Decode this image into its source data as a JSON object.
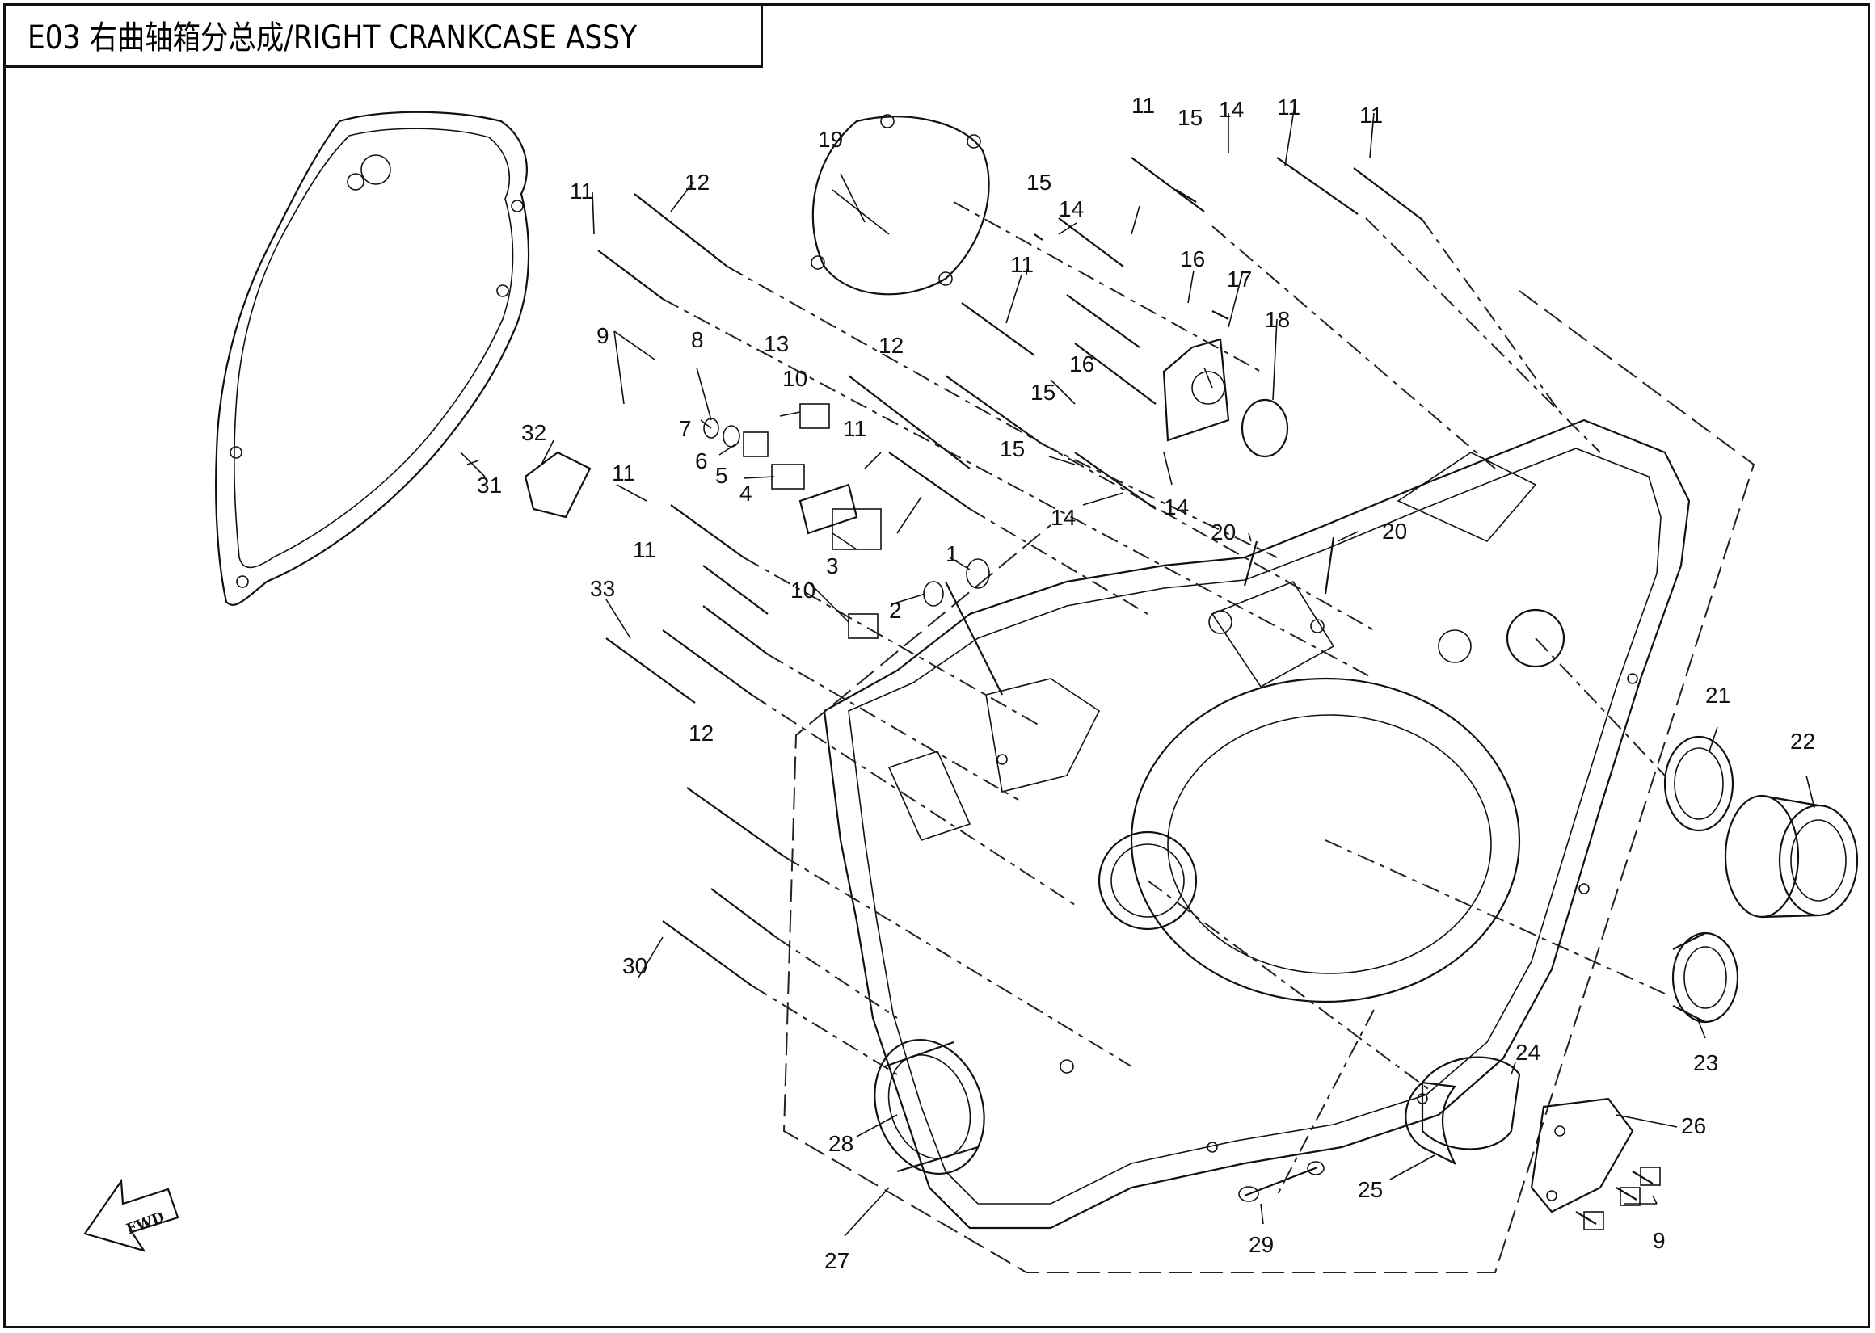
{
  "title": "E03 右曲轴箱分总成/RIGHT CRANKCASE ASSY",
  "fwd_label": "FWD",
  "callouts": [
    {
      "id": "c1",
      "n": "1"
    },
    {
      "id": "c2",
      "n": "2"
    },
    {
      "id": "c3",
      "n": "3"
    },
    {
      "id": "c4",
      "n": "4"
    },
    {
      "id": "c5",
      "n": "5"
    },
    {
      "id": "c6",
      "n": "6"
    },
    {
      "id": "c7",
      "n": "7"
    },
    {
      "id": "c8",
      "n": "8"
    },
    {
      "id": "c9a",
      "n": "9"
    },
    {
      "id": "c9b",
      "n": "9"
    },
    {
      "id": "c10a",
      "n": "10"
    },
    {
      "id": "c10b",
      "n": "10"
    },
    {
      "id": "c11a",
      "n": "11"
    },
    {
      "id": "c11b",
      "n": "11"
    },
    {
      "id": "c11c",
      "n": "11"
    },
    {
      "id": "c11d",
      "n": "11"
    },
    {
      "id": "c11e",
      "n": "11"
    },
    {
      "id": "c11f",
      "n": "11"
    },
    {
      "id": "c11g",
      "n": "11"
    },
    {
      "id": "c11h",
      "n": "11"
    },
    {
      "id": "c12a",
      "n": "12"
    },
    {
      "id": "c12b",
      "n": "12"
    },
    {
      "id": "c12c",
      "n": "12"
    },
    {
      "id": "c13",
      "n": "13"
    },
    {
      "id": "c14a",
      "n": "14"
    },
    {
      "id": "c14b",
      "n": "14"
    },
    {
      "id": "c14c",
      "n": "14"
    },
    {
      "id": "c14d",
      "n": "14"
    },
    {
      "id": "c15a",
      "n": "15"
    },
    {
      "id": "c15b",
      "n": "15"
    },
    {
      "id": "c15c",
      "n": "15"
    },
    {
      "id": "c15d",
      "n": "15"
    },
    {
      "id": "c16a",
      "n": "16"
    },
    {
      "id": "c16b",
      "n": "16"
    },
    {
      "id": "c17",
      "n": "17"
    },
    {
      "id": "c18",
      "n": "18"
    },
    {
      "id": "c19",
      "n": "19"
    },
    {
      "id": "c20a",
      "n": "20"
    },
    {
      "id": "c20b",
      "n": "20"
    },
    {
      "id": "c21",
      "n": "21"
    },
    {
      "id": "c22",
      "n": "22"
    },
    {
      "id": "c23",
      "n": "23"
    },
    {
      "id": "c24",
      "n": "24"
    },
    {
      "id": "c25",
      "n": "25"
    },
    {
      "id": "c26",
      "n": "26"
    },
    {
      "id": "c27",
      "n": "27"
    },
    {
      "id": "c28",
      "n": "28"
    },
    {
      "id": "c29",
      "n": "29"
    },
    {
      "id": "c30",
      "n": "30"
    },
    {
      "id": "c31",
      "n": "31"
    },
    {
      "id": "c32",
      "n": "32"
    },
    {
      "id": "c33",
      "n": "33"
    }
  ]
}
